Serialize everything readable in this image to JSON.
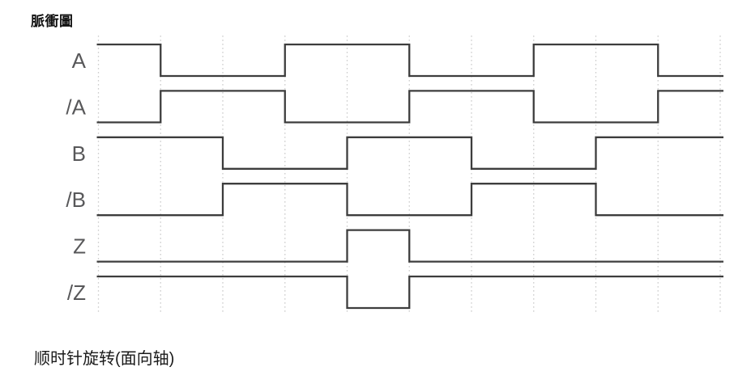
{
  "chart_data": {
    "type": "line",
    "subtype": "digital-timing-diagram",
    "title": "脈衝圖",
    "caption": "顺时针旋转(面向轴)",
    "x_axis": {
      "tick_labels": "none",
      "gridline_count": 11,
      "interval_count": 10,
      "grid_style": "dotted-vertical"
    },
    "y_axis": {
      "tick_labels": "none",
      "levels": [
        "low",
        "high"
      ]
    },
    "legend": "none",
    "signals": [
      {
        "label": "A",
        "levels_per_interval": [
          1,
          0,
          0,
          1,
          1,
          0,
          0,
          1,
          1,
          0
        ]
      },
      {
        "label": "/A",
        "levels_per_interval": [
          0,
          1,
          1,
          0,
          0,
          1,
          1,
          0,
          0,
          1
        ]
      },
      {
        "label": "B",
        "levels_per_interval": [
          1,
          1,
          0,
          0,
          1,
          1,
          0,
          0,
          1,
          1
        ]
      },
      {
        "label": "/B",
        "levels_per_interval": [
          0,
          0,
          1,
          1,
          0,
          0,
          1,
          1,
          0,
          0
        ]
      },
      {
        "label": "Z",
        "levels_per_interval": [
          0,
          0,
          0,
          0,
          1,
          0,
          0,
          0,
          0,
          0
        ]
      },
      {
        "label": "/Z",
        "levels_per_interval": [
          1,
          1,
          1,
          1,
          0,
          1,
          1,
          1,
          1,
          1
        ]
      }
    ],
    "colors": {
      "waveform": "#3d3d3d",
      "gridline": "#cccccc",
      "signal_label": "#58585a",
      "title_text": "#111111",
      "caption_text": "#1a1a1a",
      "background": "#ffffff"
    }
  }
}
